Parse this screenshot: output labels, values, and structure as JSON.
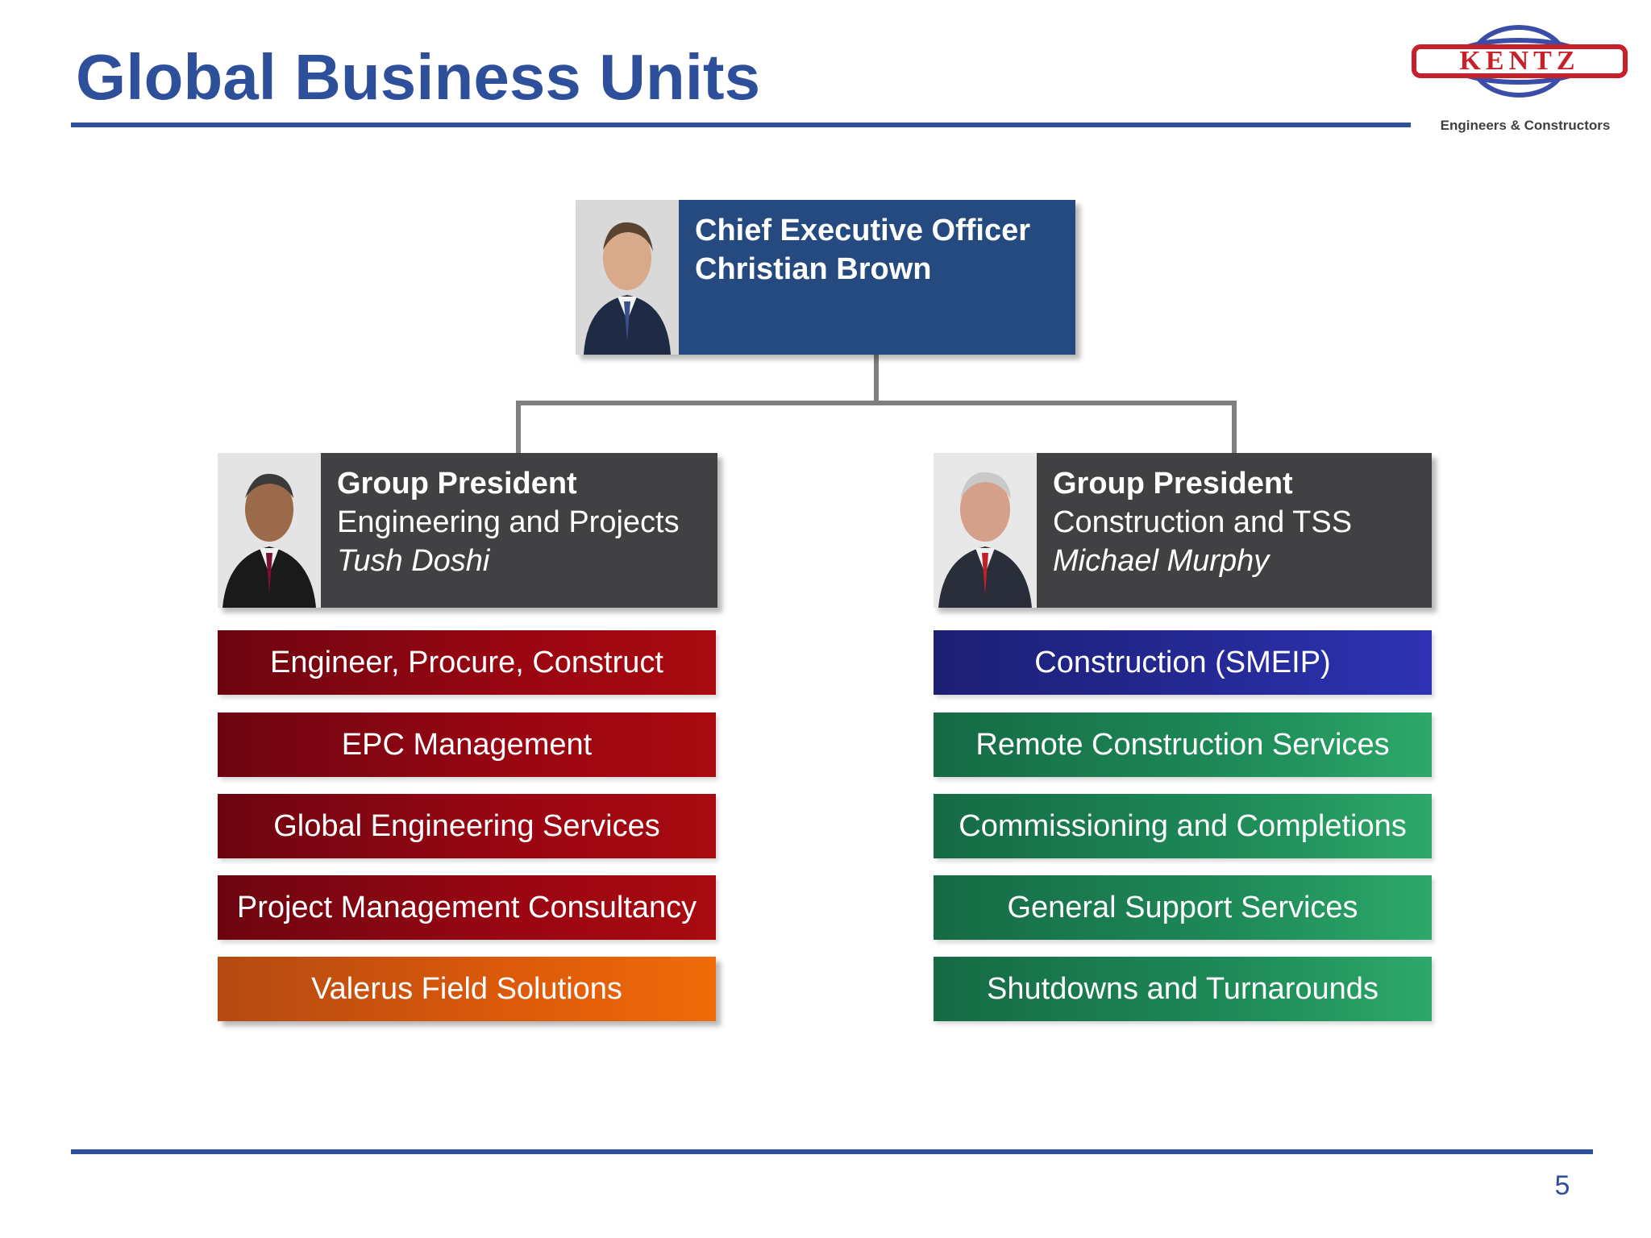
{
  "slide": {
    "title": "Global Business Units",
    "page_number": "5"
  },
  "logo": {
    "brand": "KENTZ",
    "tagline": "Engineers & Constructors"
  },
  "ceo": {
    "role": "Chief Executive Officer",
    "name": "Christian Brown"
  },
  "left_president": {
    "role": "Group President",
    "division": "Engineering and Projects",
    "name": "Tush Doshi"
  },
  "right_president": {
    "role": "Group President",
    "division": "Construction and TSS",
    "name": "Michael Murphy"
  },
  "left_units": [
    "Engineer, Procure, Construct",
    "EPC Management",
    "Global Engineering Services",
    "Project Management Consultancy",
    "Valerus Field Solutions"
  ],
  "right_units": [
    "Construction (SMEIP)",
    "Remote Construction Services",
    "Commissioning and Completions",
    "General Support Services",
    "Shutdowns and Turnarounds"
  ],
  "colors": {
    "title_blue": "#2e4f9a",
    "ceo_box": "#244a80",
    "president_box": "#414143",
    "epc_red": "#9a0612",
    "valerus_orange": "#dd5a0a",
    "construction_blue": "#262a98",
    "services_green": "#1e8a58",
    "connector_gray": "#7f7f7f"
  }
}
